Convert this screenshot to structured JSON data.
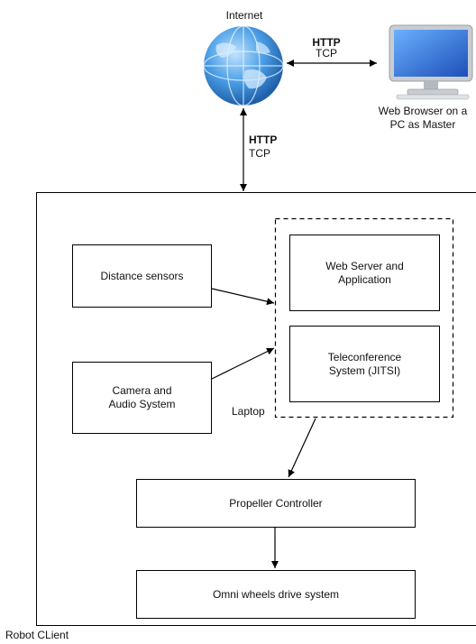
{
  "internet": {
    "label": "Internet"
  },
  "master": {
    "label_line1": "Web Browser on a",
    "label_line2": "PC as Master"
  },
  "link_browser": {
    "protocol": "HTTP",
    "transport": "TCP"
  },
  "link_robot": {
    "protocol": "HTTP",
    "transport": "TCP"
  },
  "robot": {
    "label": "Robot CLient"
  },
  "laptop": {
    "label": "Laptop"
  },
  "boxes": {
    "distance_sensors": "Distance sensors",
    "camera_line1": "Camera and",
    "camera_line2": "Audio System",
    "web_server_line1": "Web Server and",
    "web_server_line2": "Application",
    "teleconf_line1": "Teleconference",
    "teleconf_line2": "System (JITSI)",
    "propeller": "Propeller Controller",
    "omni": "Omni wheels drive system"
  },
  "icons": {
    "internet": "globe-icon",
    "master": "desktop-computer-icon"
  },
  "colors": {
    "globe": "#3a8fd8",
    "monitor_screen": "#2b6fd6",
    "monitor_body": "#c9cdd2"
  }
}
